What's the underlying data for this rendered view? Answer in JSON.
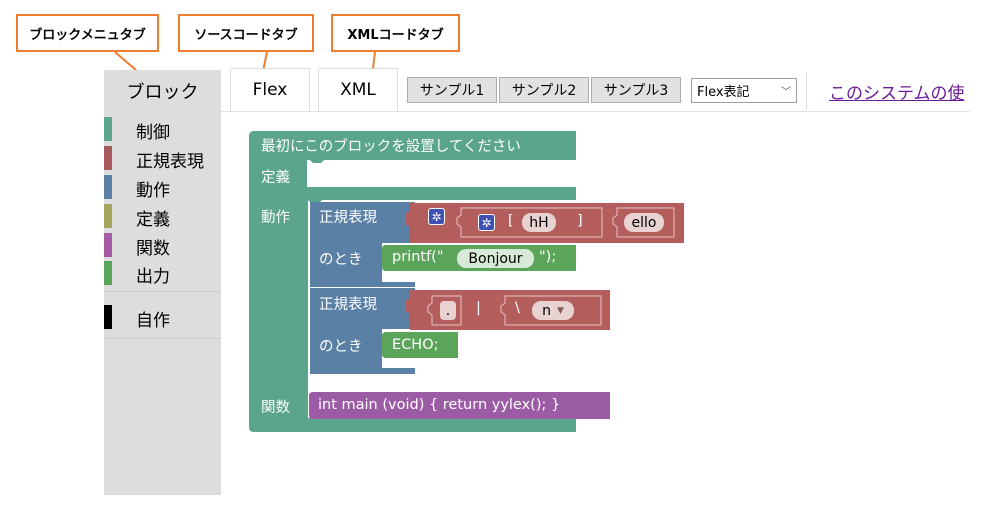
{
  "callouts": {
    "block_menu_tab": "ブロックメニュタブ",
    "source_code_tab": "ソースコードタブ",
    "xml_code_tab": "XMLコードタブ"
  },
  "tabs": {
    "block": "ブロック",
    "flex": "Flex",
    "xml": "XML"
  },
  "samples": [
    "サンプル1",
    "サンプル2",
    "サンプル3"
  ],
  "mode_select": {
    "value": "Flex表記"
  },
  "help_link": "このシステムの使",
  "categories": [
    {
      "label": "制御",
      "color": "#5ba58c"
    },
    {
      "label": "正規表現",
      "color": "#a55b5b"
    },
    {
      "label": "動作",
      "color": "#5b80a5"
    },
    {
      "label": "定義",
      "color": "#a5a55b"
    },
    {
      "label": "関数",
      "color": "#a55ba5"
    },
    {
      "label": "出力",
      "color": "#5ba55b"
    },
    {
      "label": "自作",
      "color": "#000000"
    }
  ],
  "workspace": {
    "root": {
      "title": "最初にこのブロックを設置してください",
      "definition_label": "定義",
      "action_label": "動作",
      "function_label": "関数"
    },
    "rules": [
      {
        "regex_label": "正規表現",
        "when_label": "のとき",
        "set_open": "[",
        "set_value": "hH",
        "set_close": "]",
        "literal": "ello",
        "action_prefix": "printf(\"",
        "action_string": "Bonjour",
        "action_suffix": "\");"
      },
      {
        "regex_label": "正規表現",
        "when_label": "のとき",
        "dot": ".",
        "pipe": "|",
        "escape": "\\",
        "escape_value": "n",
        "action": "ECHO;"
      }
    ],
    "function_code": "int main (void) { return yylex(); }"
  }
}
